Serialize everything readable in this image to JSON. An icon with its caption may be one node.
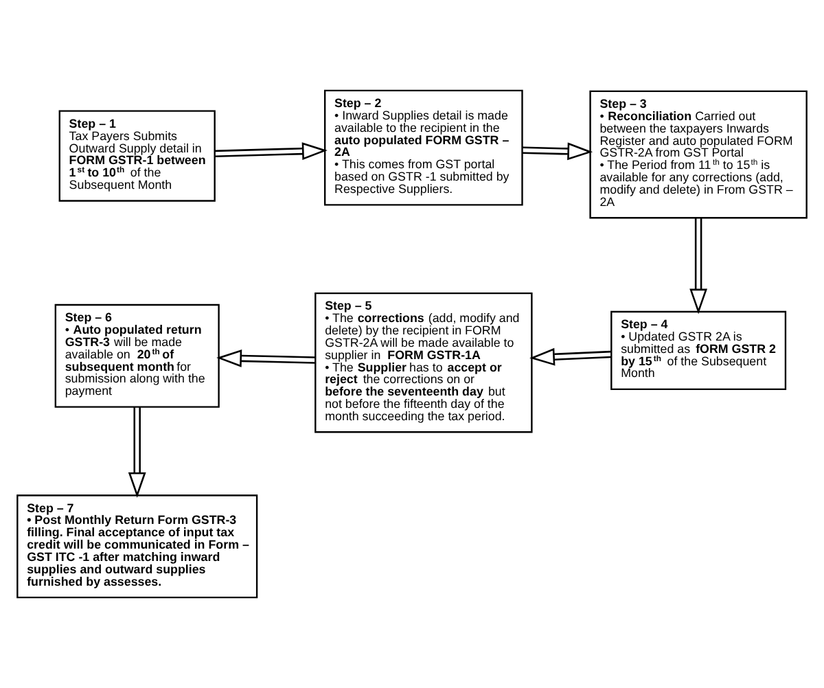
{
  "diagram": {
    "nodes": [
      {
        "text": [
          "Step – 1",
          "Tax Payers Submits Outward Supply detail in **FORM GSTR-1 between 1$^{st}$ to 10$^{th}$** of the Subsequent Month"
        ]
      },
      {
        "text": [
          "Step – 2",
          "• Inward Supplies detail is made available to the recipient in the **auto populated FORM GSTR – 2A**",
          "• This comes from GST portal based on GSTR -1 submitted by Respective Suppliers."
        ]
      },
      {
        "text": [
          "Step – 3",
          "• **Reconciliation** Carried out between the taxpayers Inwards Register and auto populated FORM GSTR-2A from GST Portal",
          "• The Period from 11$^{th}$ to 15$^{th}$ is available for any corrections (add, modify and delete) in From GSTR – 2A"
        ]
      },
      {
        "text": [
          "Step – 4",
          "• Updated GSTR 2A is submitted as **fORM GSTR 2 by 15$^{th}$** of the Subsequent Month"
        ]
      },
      {
        "text": [
          "Step – 5",
          "• The **corrections** (add, modify and delete) by the recipient in FORM GSTR-2A will be made available to supplier in **FORM GSTR-1A**",
          "• The **Supplier** has to **accept or reject** the corrections on or **before the seventeenth day** but not before the fifteenth day of the month succeeding the tax period."
        ]
      },
      {
        "text": [
          "Step – 6",
          "• **Auto populated return GSTR-3** will be made available on **20$^{th}$ of subsequent month** for submission along with the payment"
        ]
      },
      {
        "text": [
          "Step – 7",
          "• Post Monthly Return Form GSTR-3 filling. Final acceptance of input tax credit will be communicated in Form – GST ITC -1 after matching inward supplies and outward supplies furnished by assesses."
        ]
      }
    ],
    "edges": [
      {
        "from": 0,
        "to": 1,
        "arrow": "to"
      },
      {
        "from": 1,
        "to": 2,
        "arrow": "to"
      },
      {
        "from": 2,
        "to": 3,
        "arrow": "to"
      },
      {
        "from": 3,
        "to": 4,
        "arrow": "to"
      },
      {
        "from": 4,
        "to": 5,
        "arrow": "to"
      },
      {
        "from": 5,
        "to": 6,
        "arrow": "to"
      }
    ]
  }
}
